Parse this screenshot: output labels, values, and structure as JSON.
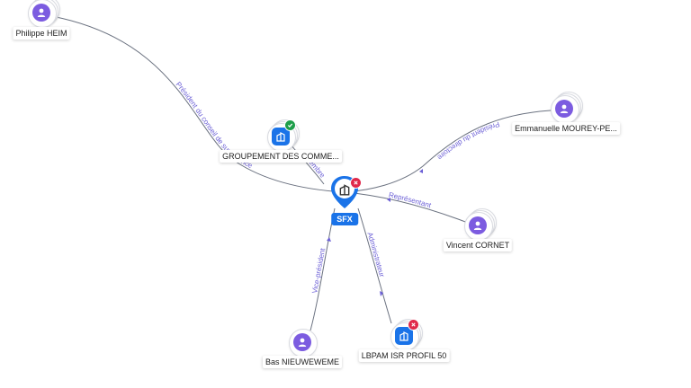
{
  "nodes": {
    "philippe": {
      "name": "Philippe HEIM",
      "kind": "person"
    },
    "groupement": {
      "name": "GROUPEMENT DES COMME...",
      "kind": "company",
      "status": "active"
    },
    "sfx": {
      "name": "SFX",
      "kind": "company",
      "status": "closed"
    },
    "emmanuelle": {
      "name": "Emmanuelle MOUREY-PE...",
      "kind": "person"
    },
    "vincent": {
      "name": "Vincent CORNET",
      "kind": "person"
    },
    "bas": {
      "name": "Bas NIEUWEWEME",
      "kind": "person"
    },
    "lbpam": {
      "name": "LBPAM ISR PROFIL 50",
      "kind": "company",
      "status": "closed"
    }
  },
  "edges": {
    "philippe_sfx": "Président du conseil de surveillance",
    "groupement_sfx": "Membre",
    "emmanuelle_sfx": "Président du directoire",
    "vincent_sfx": "Représentant",
    "bas_sfx": "Vice-président",
    "lbpam_sfx": "Administrateur"
  },
  "colors": {
    "person": "#7c5ce0",
    "company": "#1a73e8",
    "status_ok": "#1e9e4a",
    "status_closed": "#e0284a",
    "edge_label": "#6b5fd6"
  },
  "icons": {
    "person": "person-icon",
    "company": "building-icon",
    "ok": "check-icon",
    "closed": "cross-icon"
  }
}
